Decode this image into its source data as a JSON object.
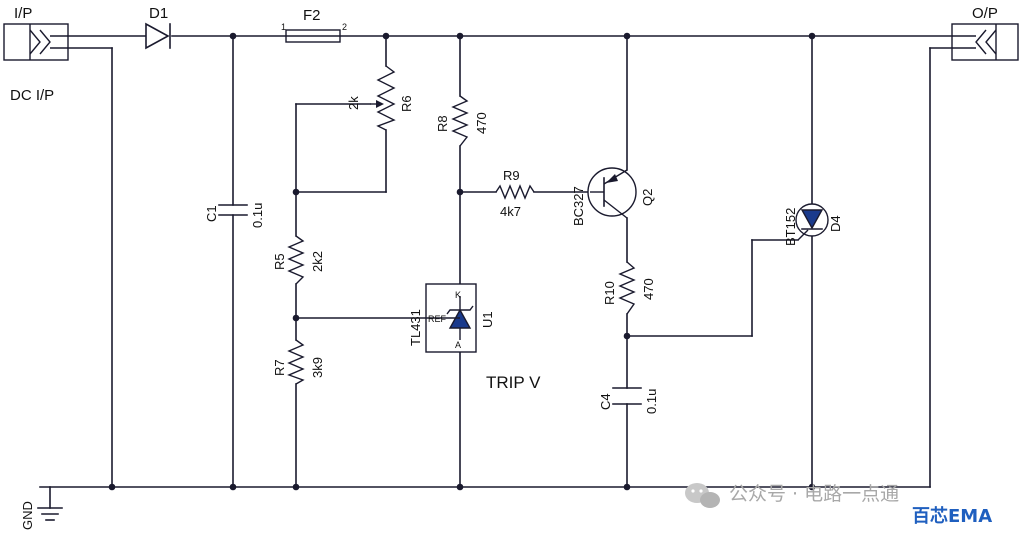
{
  "connectors": {
    "input": {
      "ref": "I/P",
      "caption": "DC I/P"
    },
    "output": {
      "ref": "O/P"
    },
    "ground": {
      "ref": "GND"
    }
  },
  "components": {
    "D1": {
      "ref": "D1"
    },
    "F2": {
      "ref": "F2",
      "pin1": "1",
      "pin2": "2"
    },
    "R6": {
      "ref": "R6",
      "value": "2k"
    },
    "C1": {
      "ref": "C1",
      "value": "0.1u"
    },
    "R5": {
      "ref": "R5",
      "value": "2k2"
    },
    "R7": {
      "ref": "R7",
      "value": "3k9"
    },
    "R8": {
      "ref": "R8",
      "value": "470"
    },
    "R9": {
      "ref": "R9",
      "value": "4k7"
    },
    "U1": {
      "ref": "U1",
      "part": "TL431",
      "pin_ref": "REF",
      "pin_k": "K",
      "pin_a": "A"
    },
    "Q2": {
      "ref": "Q2",
      "part": "BC327"
    },
    "R10": {
      "ref": "R10",
      "value": "470"
    },
    "C4": {
      "ref": "C4",
      "value": "0.1u"
    },
    "D4": {
      "ref": "D4",
      "part": "BT152"
    }
  },
  "annotations": {
    "trip": "TRIP  V"
  },
  "watermark": {
    "text": "公众号 · 电路一点通",
    "brand": "百芯EMA",
    "brand_color": "#1f5fbf"
  },
  "colors": {
    "wire": "#1a1a2e",
    "component_fill": "#1a3a8c"
  }
}
